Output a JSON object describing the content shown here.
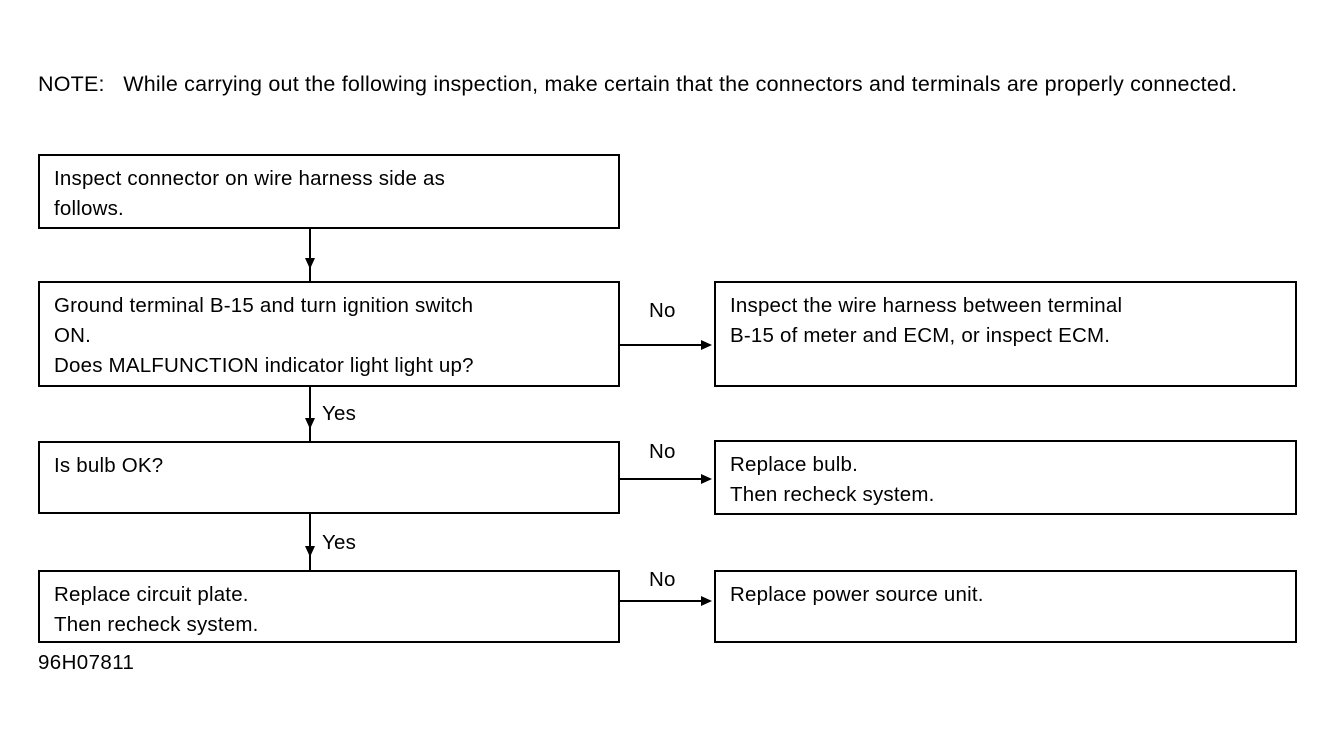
{
  "note": {
    "label": "NOTE:",
    "text": "NOTE:   While carrying out the following inspection, make certain that the connectors and terminals are properly connected."
  },
  "figure_id": "96H07811",
  "flowchart": {
    "boxes": [
      {
        "id": "inspect-connector",
        "column": "left",
        "text": "Inspect connector on wire harness side as\nfollows."
      },
      {
        "id": "ground-terminal",
        "column": "left",
        "text": "Ground terminal B-15 and turn ignition switch\nON.\nDoes MALFUNCTION indicator light light up?"
      },
      {
        "id": "is-bulb-ok",
        "column": "left",
        "text": "Is bulb OK?"
      },
      {
        "id": "replace-circuit-plate",
        "column": "left",
        "text": "Replace circuit plate.\nThen recheck system."
      },
      {
        "id": "inspect-harness",
        "column": "right",
        "text": "Inspect the wire harness between terminal\nB-15 of meter and ECM, or inspect ECM."
      },
      {
        "id": "replace-bulb",
        "column": "right",
        "text": "Replace bulb.\nThen recheck system."
      },
      {
        "id": "replace-power-source-unit",
        "column": "right",
        "text": "Replace power source unit."
      }
    ],
    "edge_labels": {
      "yes_1": "Yes",
      "yes_2": "Yes",
      "no_1": "No",
      "no_2": "No",
      "no_3": "No"
    }
  },
  "colors": {
    "ink": "#000000",
    "paper": "#ffffff"
  }
}
